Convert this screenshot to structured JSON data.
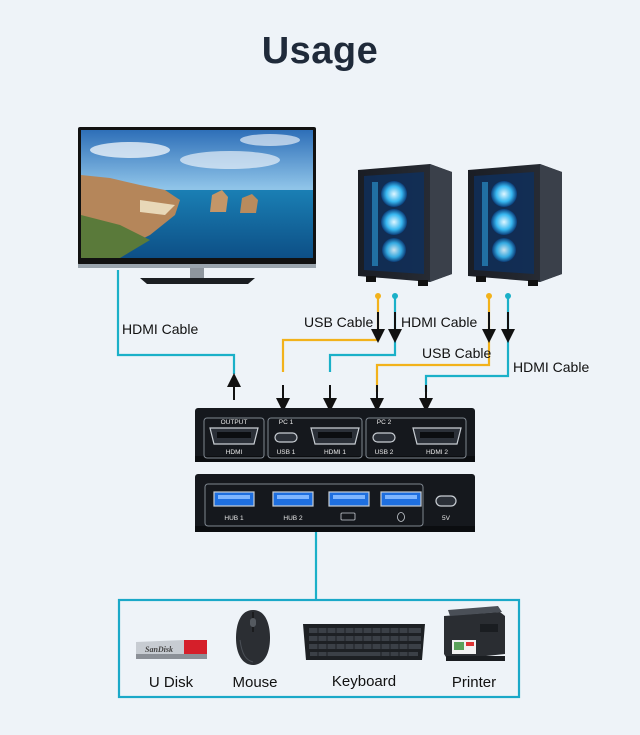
{
  "title": "Usage",
  "cables": {
    "hdmi_tv": "HDMI Cable",
    "usb_pc1": "USB Cable",
    "hdmi_pc1": "HDMI Cable",
    "usb_pc2": "USB Cable",
    "hdmi_pc2": "HDMI Cable"
  },
  "switch_ports": {
    "output_header": "OUTPUT",
    "output_hdmi": "HDMI",
    "pc1_header": "PC 1",
    "usb1": "USB 1",
    "hdmi1": "HDMI 1",
    "pc2_header": "PC 2",
    "usb2": "USB 2",
    "hdmi2": "HDMI 2"
  },
  "hub_ports": {
    "hub1": "HUB 1",
    "hub2": "HUB 2",
    "dc": "5V"
  },
  "devices": {
    "udisk": "U Disk",
    "mouse": "Mouse",
    "keyboard": "Keyboard",
    "printer": "Printer",
    "udisk_brand": "SanDisk"
  },
  "colors": {
    "hdmi_line": "#1ab0c8",
    "usb_line": "#f2b21b",
    "device_box": "#1aa8c8",
    "background": "#eef3f8"
  }
}
